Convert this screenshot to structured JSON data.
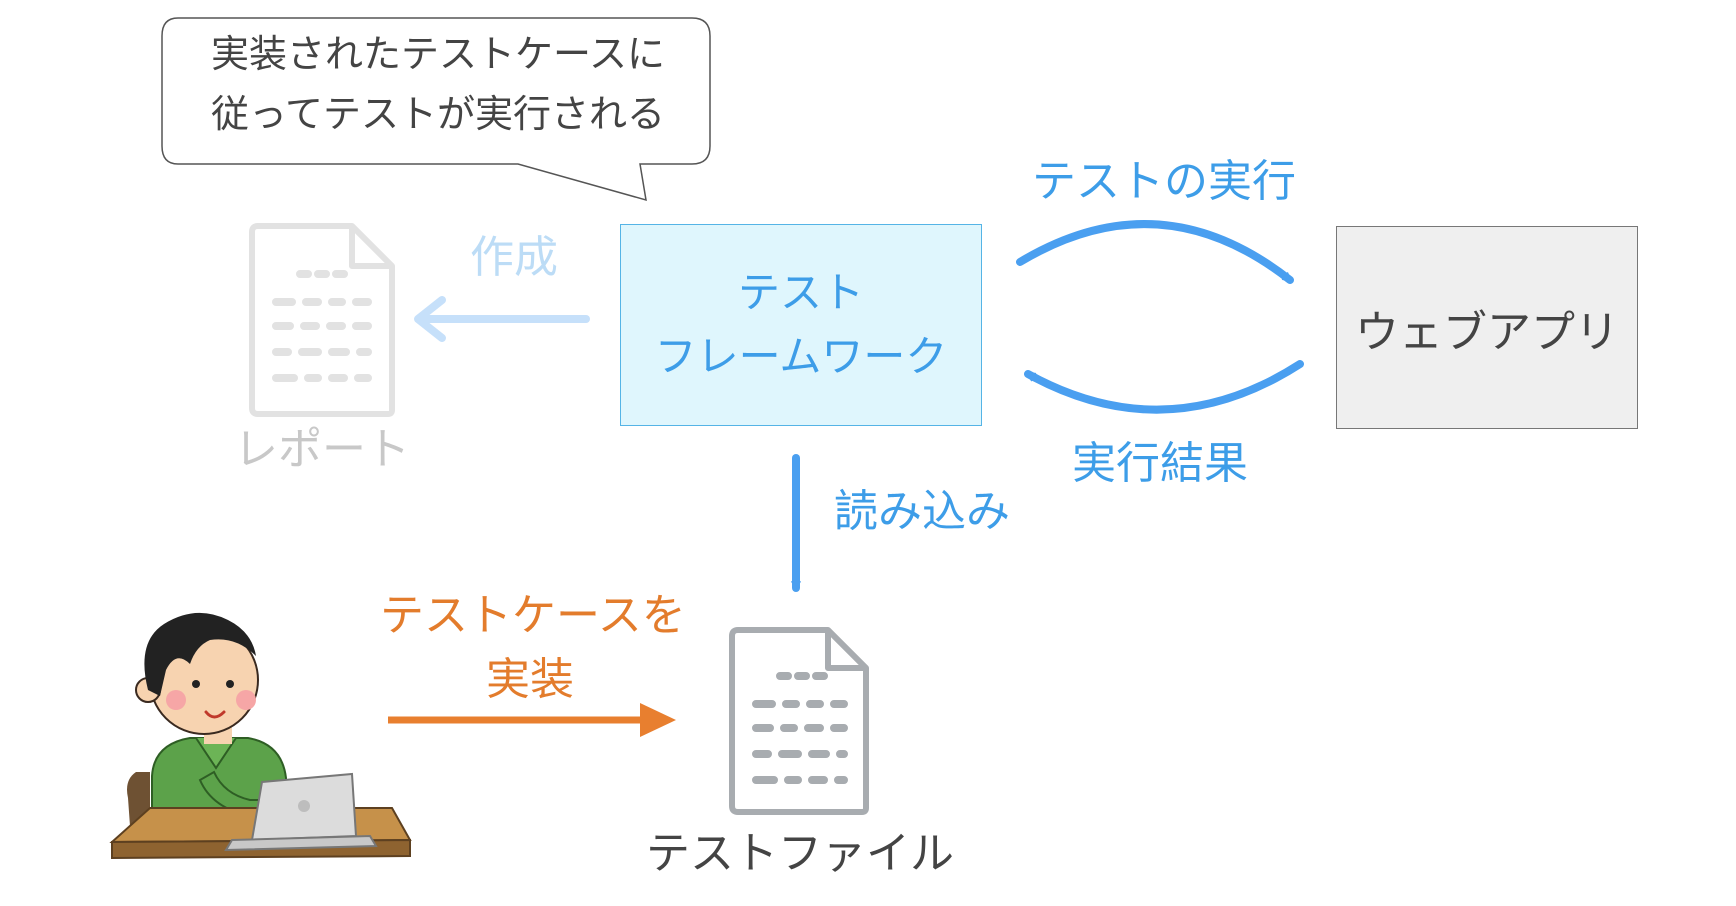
{
  "bubble": {
    "line1": "実装されたテストケースに",
    "line2": "従ってテストが実行される"
  },
  "framework_box": {
    "line1": "テスト",
    "line2": "フレームワーク",
    "fill_color": "#dff6fd",
    "border_color": "#55b4e6",
    "text_color": "#3d9de8"
  },
  "webapp_box": {
    "label": "ウェブアプリ",
    "fill_color": "#efefef",
    "border_color": "#777777"
  },
  "edges": {
    "execute_test": "テストの実行",
    "execution_result": "実行結果",
    "create": "作成",
    "read": "読み込み",
    "implement_line1": "テストケースを",
    "implement_line2": "実装"
  },
  "nodes": {
    "report": "レポート",
    "test_file": "テストファイル"
  },
  "colors": {
    "primary_arrow": "#4a9ff0",
    "faded_arrow": "#c6e0fa",
    "implement_arrow": "#e87f2f",
    "document_icon": "#a8acb0",
    "faded_document_icon": "#e2e2e2"
  }
}
